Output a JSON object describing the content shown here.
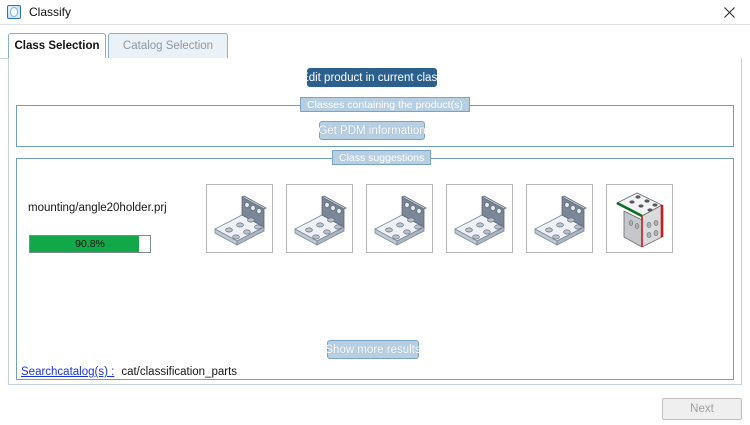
{
  "window": {
    "title": "Classify",
    "icon": "classify-icon",
    "close_icon": "close-icon"
  },
  "tabs": [
    {
      "label": "Class Selection",
      "active": true
    },
    {
      "label": "Catalog Selection",
      "active": false
    }
  ],
  "main": {
    "edit_product_button": "Edit product in current class",
    "groups": [
      {
        "label": "Classes containing the product(s)",
        "button": "Get PDM information"
      },
      {
        "label": "Class suggestions"
      }
    ],
    "result": {
      "name": "mounting/angle20holder.prj",
      "confidence_label": "90.8%",
      "confidence_percent": 90.8,
      "bar_color": "#12a84a"
    },
    "thumbnails": [
      {
        "name": "angle-bracket-thumbnail-1",
        "variant": "plain"
      },
      {
        "name": "angle-bracket-thumbnail-2",
        "variant": "plain"
      },
      {
        "name": "angle-bracket-thumbnail-3",
        "variant": "plain"
      },
      {
        "name": "angle-bracket-thumbnail-4",
        "variant": "plain"
      },
      {
        "name": "angle-bracket-thumbnail-5",
        "variant": "plain"
      },
      {
        "name": "angle-bracket-thumbnail-6",
        "variant": "colored-edges"
      }
    ],
    "show_more_button": "Show more results",
    "catalog": {
      "link_label": "Searchcatalog(s) :",
      "value": "cat/classification_parts"
    }
  },
  "footer": {
    "next_button": "Next",
    "next_disabled": true
  },
  "colors": {
    "accent_dark": "#2b5f8e",
    "accent_light": "#b7cfe2",
    "group_border": "#6f9ec0",
    "progress_green": "#12a84a",
    "link_blue": "#1a34d8"
  }
}
